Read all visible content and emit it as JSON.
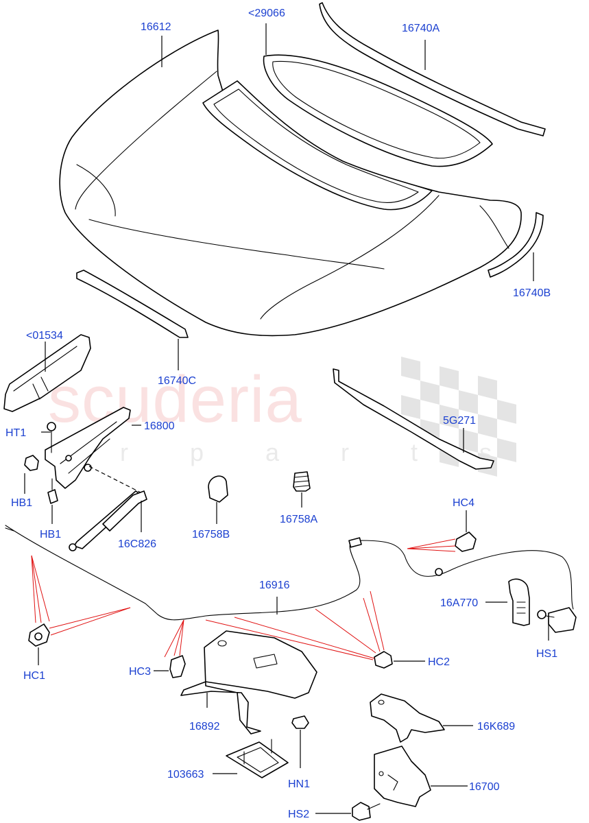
{
  "watermark": {
    "brand": "scuderia",
    "sub": "r  p  a  r  t  s",
    "brand_color": "#f4b3b3",
    "checker_color": "#d0d0d0"
  },
  "colors": {
    "label": "#1a3fd0",
    "leader": "#000000",
    "callout": "#e01010",
    "line": "#000000"
  },
  "callouts": {
    "hood_panel": "16612",
    "hood_insulator": "<29066",
    "seal_rear": "16740A",
    "seal_right": "16740B",
    "seal_left": "16740C",
    "hinge_cover": "<01534",
    "hinge": "16800",
    "hinge_nut": "HT1",
    "hinge_bolt_a": "HB1",
    "hinge_bolt_b": "HB1",
    "gas_strut": "16C826",
    "bumper_a": "16758B",
    "bumper_b": "16758A",
    "bracket_5g271": "5G271",
    "cable_clip_hc4": "HC4",
    "release_handle": "16A770",
    "handle_screw": "HS1",
    "release_cable": "16916",
    "cable_clip_hc1": "HC1",
    "cable_clip_hc3": "HC3",
    "cable_clip_hc2": "HC2",
    "latch_bracket": "16892",
    "pad_103663": "103663",
    "latch_nut": "HN1",
    "latch_cover": "16K689",
    "hood_latch": "16700",
    "latch_screw": "HS2"
  }
}
